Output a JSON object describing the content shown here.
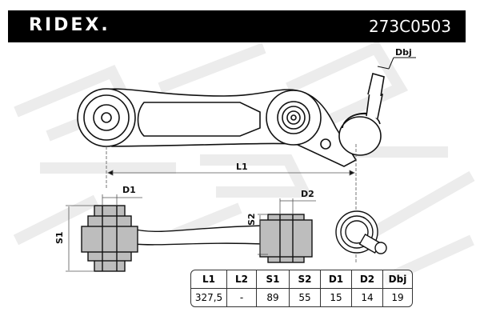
{
  "header": {
    "brand": "RIDEX.",
    "part_number": "273C0503"
  },
  "labels": {
    "dbj": "Dbj",
    "l1": "L1",
    "d1": "D1",
    "d2": "D2",
    "s1": "S1",
    "s2": "S2"
  },
  "table": {
    "headers": [
      "L1",
      "L2",
      "S1",
      "S2",
      "D1",
      "D2",
      "Dbj"
    ],
    "values": [
      "327,5",
      "-",
      "89",
      "55",
      "15",
      "14",
      "19"
    ]
  },
  "colors": {
    "header_bg": "#000000",
    "header_text": "#ffffff",
    "part_fill": "#bdbdbd",
    "watermark": "#ededed"
  }
}
